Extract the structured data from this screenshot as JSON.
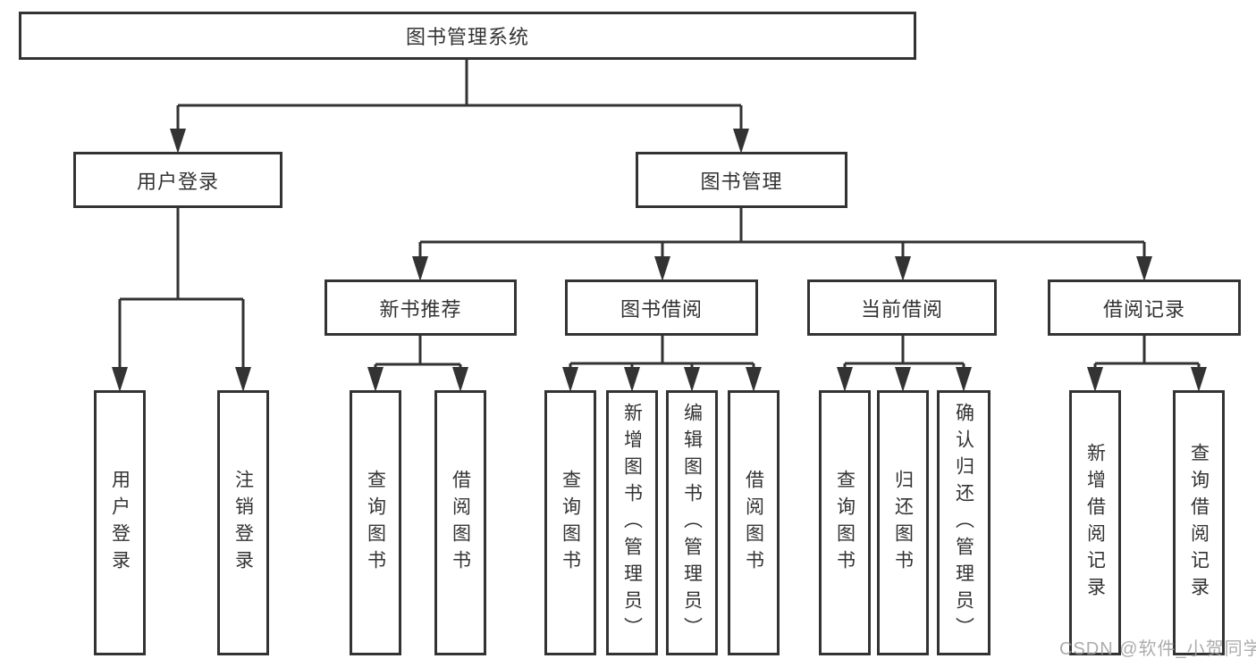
{
  "diagram": {
    "watermark": "CSDN @软件_小贺同学",
    "colors": {
      "line": "#333333",
      "text": "#333333",
      "background": "#ffffff",
      "watermark": "#9e9e9e"
    },
    "tree": {
      "label": "图书管理系统",
      "children": [
        {
          "label": "用户登录",
          "children": [
            {
              "label": "用户登录"
            },
            {
              "label": "注销登录"
            }
          ]
        },
        {
          "label": "图书管理",
          "children": [
            {
              "label": "新书推荐",
              "children": [
                {
                  "label": "查询图书"
                },
                {
                  "label": "借阅图书"
                }
              ]
            },
            {
              "label": "图书借阅",
              "children": [
                {
                  "label": "查询图书"
                },
                {
                  "label": "新增图书（管理员）"
                },
                {
                  "label": "编辑图书（管理员）"
                },
                {
                  "label": "借阅图书"
                }
              ]
            },
            {
              "label": "当前借阅",
              "children": [
                {
                  "label": "查询图书"
                },
                {
                  "label": "归还图书"
                },
                {
                  "label": "确认归还（管理员）"
                }
              ]
            },
            {
              "label": "借阅记录",
              "children": [
                {
                  "label": "新增借阅记录"
                },
                {
                  "label": "查询借阅记录"
                }
              ]
            }
          ]
        }
      ]
    }
  }
}
